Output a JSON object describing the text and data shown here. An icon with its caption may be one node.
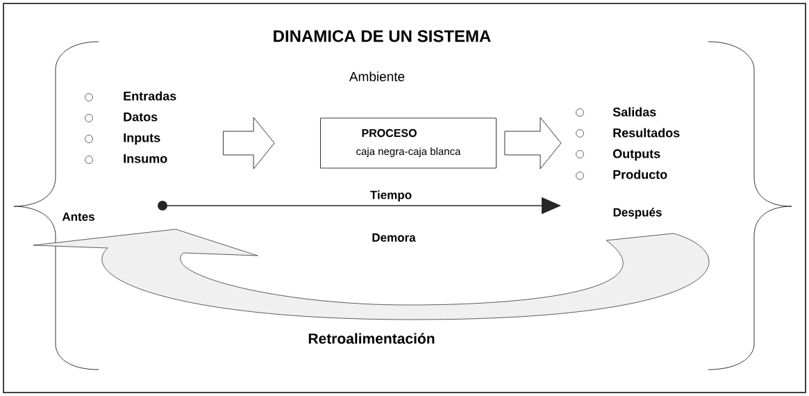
{
  "diagram": {
    "title": "DINAMICA DE UN SISTEMA",
    "nodes": [
      {
        "text": [
          "Entradas",
          "Datos",
          "Inputs",
          "Insumo"
        ]
      },
      {
        "text": [
          "PROCESO",
          "caja negra-caja blanca"
        ]
      },
      {
        "text": [
          "Salidas",
          "Resultados",
          "Outputs",
          "Producto"
        ]
      }
    ],
    "edges": [
      {
        "from": 0,
        "to": 1,
        "arrow": "to"
      },
      {
        "from": 1,
        "to": 2,
        "arrow": "to"
      }
    ],
    "labels": [
      "Ambiente",
      "Tiempo",
      "Antes",
      "Después",
      "Demora",
      "Retroalimentación"
    ]
  }
}
